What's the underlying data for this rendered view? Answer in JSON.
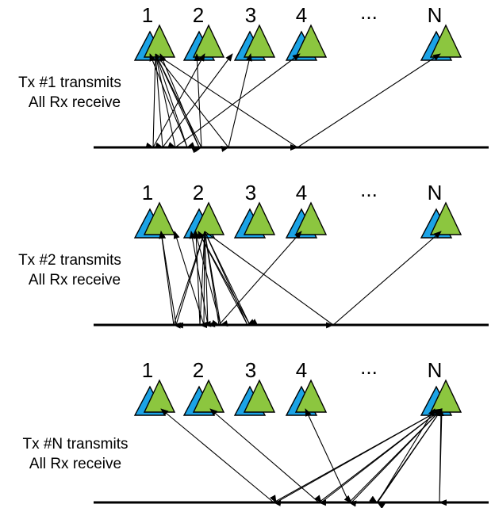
{
  "colors": {
    "tx_triangle": "#1ba3e6",
    "rx_triangle": "#8cc63f",
    "outline": "#000000"
  },
  "antenna_labels": [
    "1",
    "2",
    "3",
    "4",
    "...",
    "N"
  ],
  "panels": [
    {
      "transmitter": "1",
      "caption_line1": "Tx #1 transmits",
      "caption_line2": "All Rx receive"
    },
    {
      "transmitter": "2",
      "caption_line1": "Tx #2 transmits",
      "caption_line2": "All Rx receive"
    },
    {
      "transmitter": "N",
      "caption_line1": "Tx #N transmits",
      "caption_line2": "All Rx receive"
    }
  ]
}
